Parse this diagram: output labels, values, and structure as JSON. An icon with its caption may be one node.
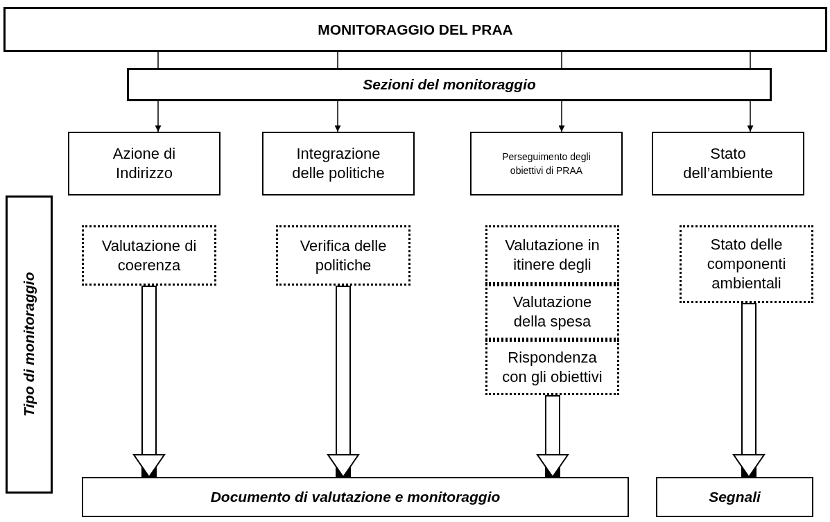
{
  "diagram": {
    "nodes": [
      {
        "text": [
          "MONITORAGGIO DEL PRAA"
        ]
      },
      {
        "text": [
          "Sezioni del monitoraggio"
        ]
      },
      {
        "text": [
          "Azione di Indirizzo"
        ]
      },
      {
        "text": [
          "Integrazione delle politiche"
        ]
      },
      {
        "text": [
          "Perseguimento degli obiettivi di PRAA"
        ]
      },
      {
        "text": [
          "Stato dell’ambiente"
        ]
      },
      {
        "text": [
          "Tipo di monitoraggio"
        ]
      },
      {
        "text": [
          "Valutazione di coerenza"
        ]
      },
      {
        "text": [
          "Verifica delle politiche"
        ]
      },
      {
        "text": [
          "Valutazione in itinere degli"
        ]
      },
      {
        "text": [
          "Valutazione della spesa"
        ]
      },
      {
        "text": [
          "Rispondenza con gli obiettivi"
        ]
      },
      {
        "text": [
          "Stato delle componenti ambientali"
        ]
      },
      {
        "text": [
          "Documento di valutazione e monitoraggio"
        ]
      },
      {
        "text": [
          "Segnali"
        ]
      }
    ],
    "edges": [
      {
        "from": 0,
        "to": 1,
        "arrow": "none"
      },
      {
        "from": 0,
        "to": 1,
        "arrow": "none"
      },
      {
        "from": 0,
        "to": 1,
        "arrow": "none"
      },
      {
        "from": 0,
        "to": 1,
        "arrow": "none"
      },
      {
        "from": 1,
        "to": 2,
        "arrow": "to"
      },
      {
        "from": 1,
        "to": 3,
        "arrow": "to"
      },
      {
        "from": 1,
        "to": 4,
        "arrow": "to"
      },
      {
        "from": 1,
        "to": 5,
        "arrow": "to"
      },
      {
        "from": 7,
        "to": 13,
        "arrow": "to",
        "style": "thick"
      },
      {
        "from": 8,
        "to": 13,
        "arrow": "to",
        "style": "thick"
      },
      {
        "from": 11,
        "to": 13,
        "arrow": "to",
        "style": "thick"
      },
      {
        "from": 12,
        "to": 14,
        "arrow": "to",
        "style": "thick"
      }
    ]
  }
}
